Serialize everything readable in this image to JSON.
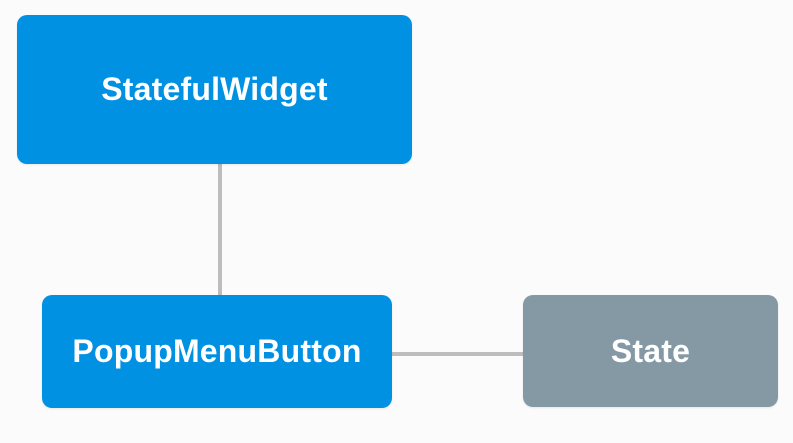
{
  "diagram": {
    "title": "widget-tree-diagram",
    "colors": {
      "background": "#FBFBFB",
      "widget_blue": "#0191E3",
      "state_gray": "#8599A4",
      "connector_gray": "#BDBDBD",
      "text_white": "#FFFFFF"
    },
    "nodes": [
      {
        "id": "stateful-widget",
        "label": "StatefulWidget",
        "kind": "widget"
      },
      {
        "id": "popup-menu-button",
        "label": "PopupMenuButton",
        "kind": "widget"
      },
      {
        "id": "state",
        "label": "State",
        "kind": "state"
      }
    ],
    "edges": [
      {
        "from": "stateful-widget",
        "to": "popup-menu-button",
        "orientation": "vertical"
      },
      {
        "from": "popup-menu-button",
        "to": "state",
        "orientation": "horizontal"
      }
    ]
  }
}
